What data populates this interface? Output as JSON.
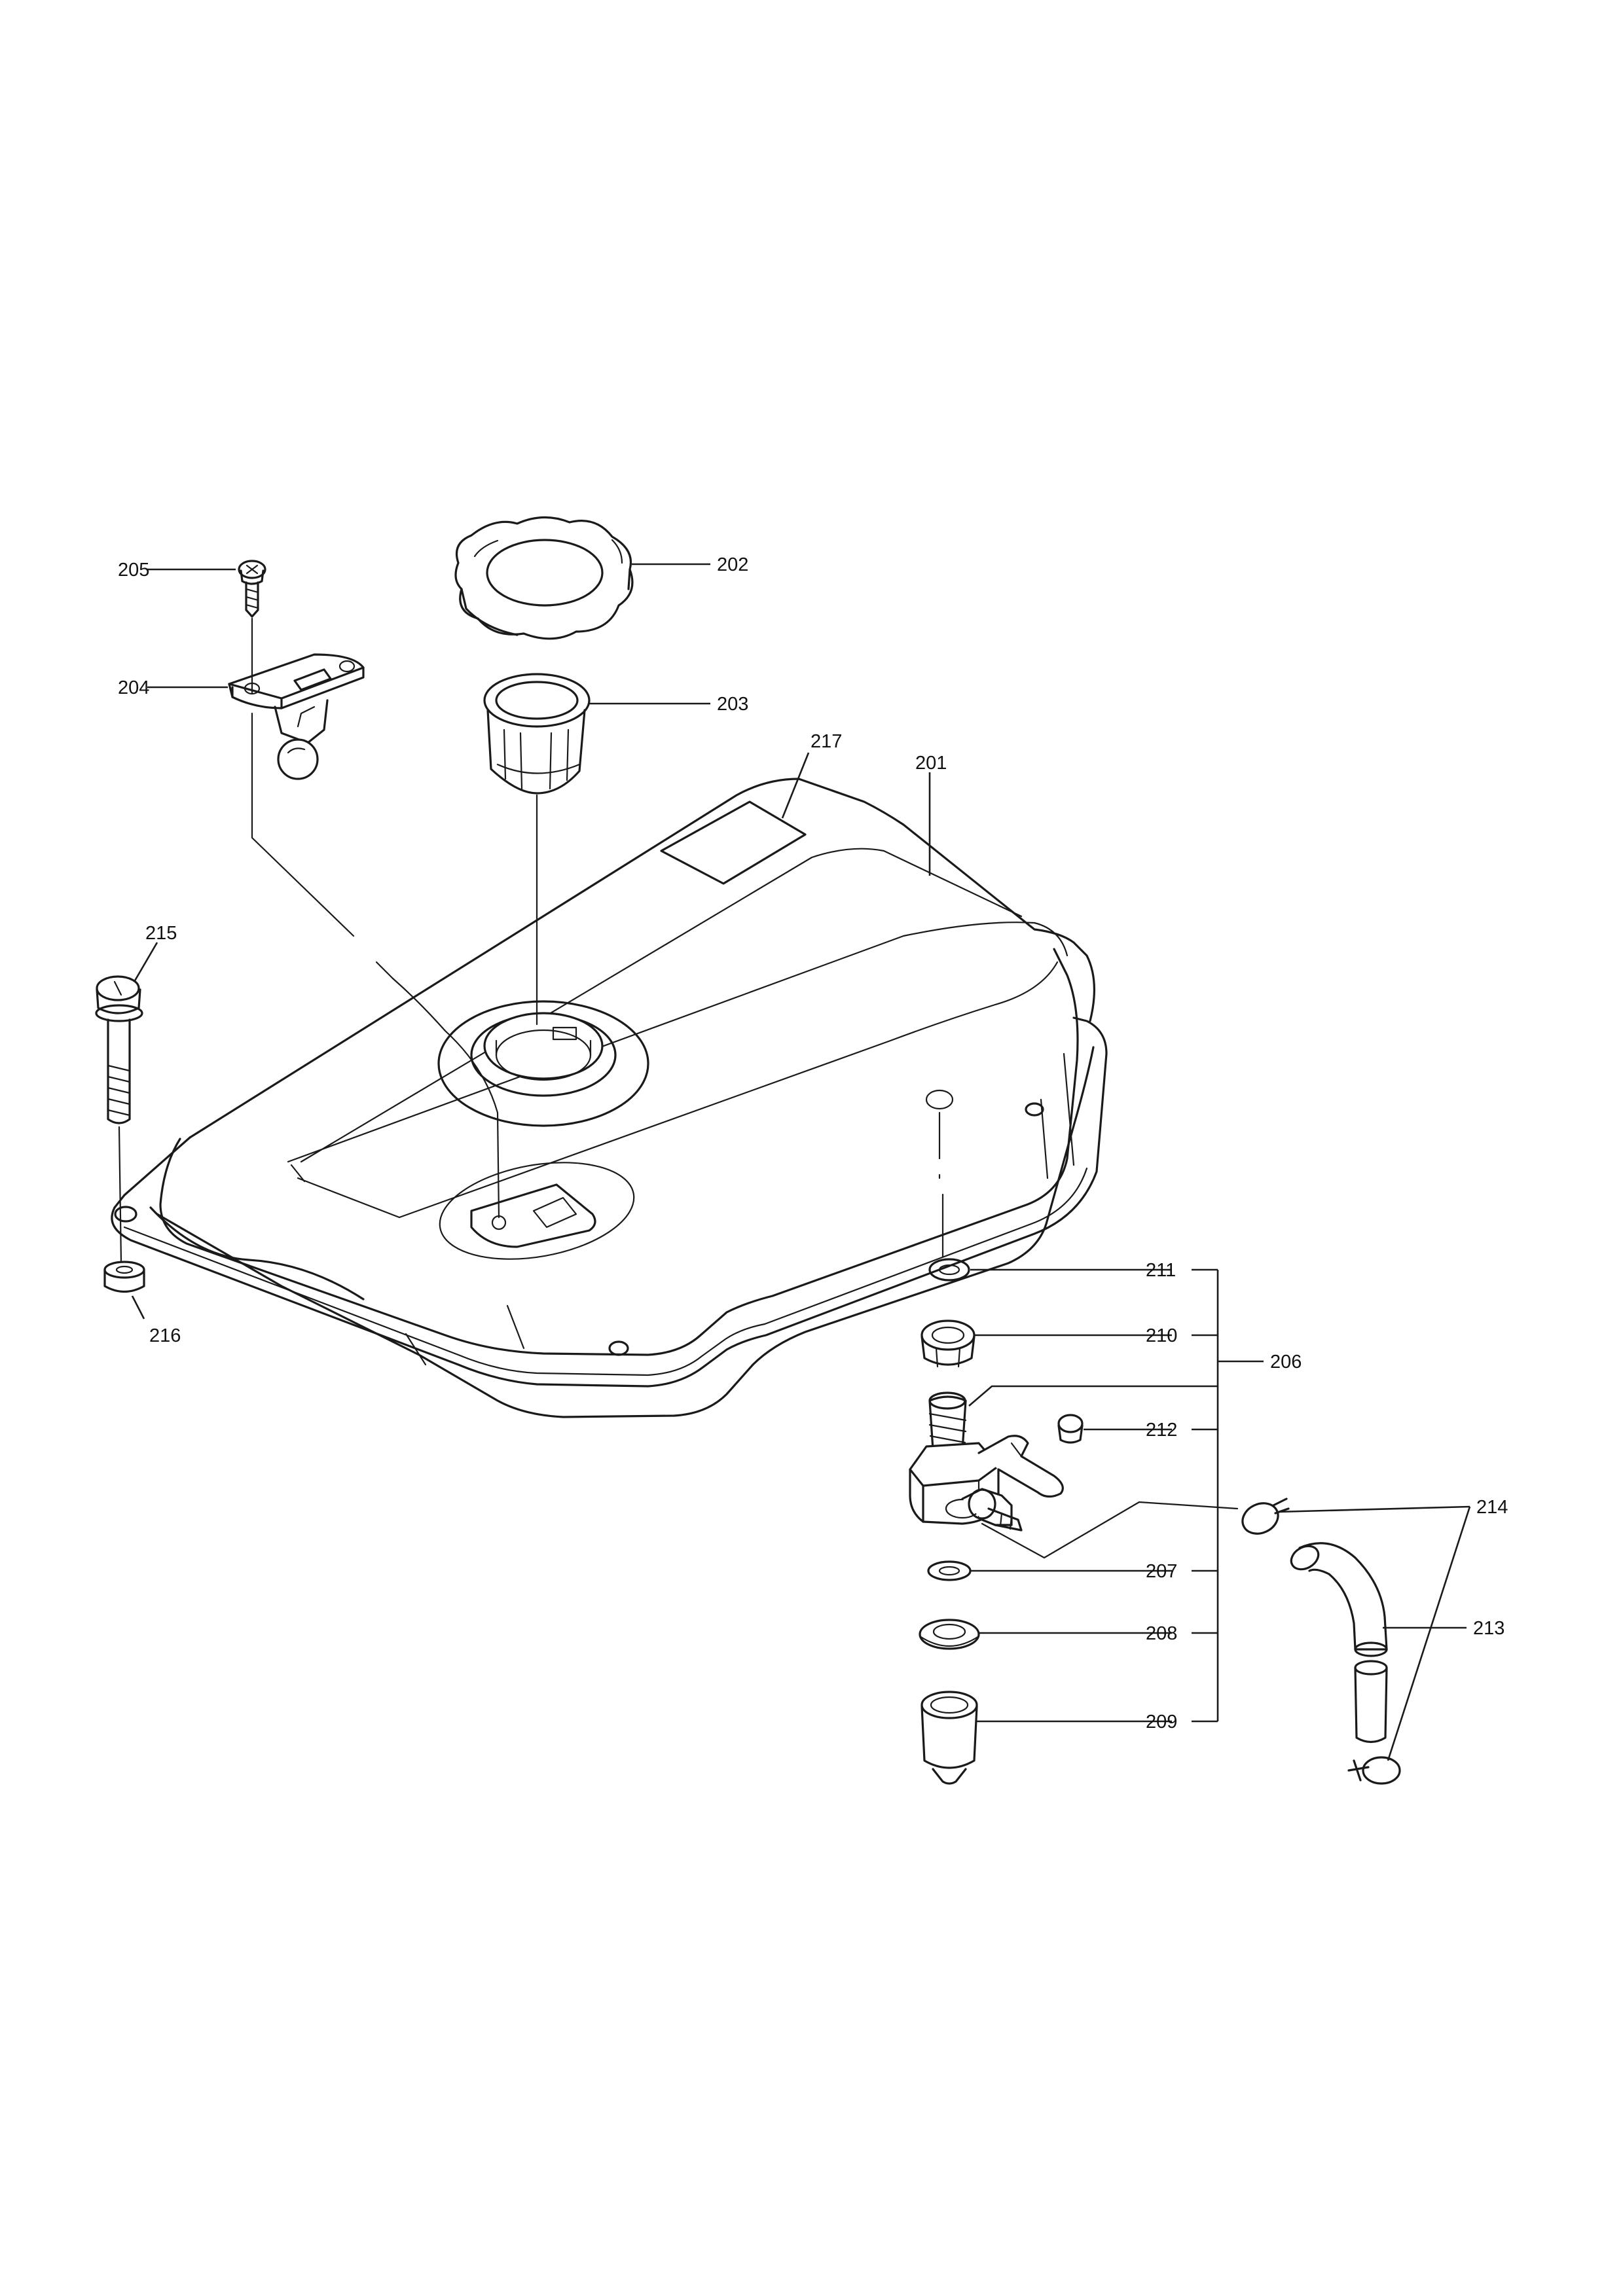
{
  "diagram": {
    "callouts": {
      "c201": "201",
      "c202": "202",
      "c203": "203",
      "c204": "204",
      "c205": "205",
      "c206": "206",
      "c207": "207",
      "c208": "208",
      "c209": "209",
      "c210": "210",
      "c211": "211",
      "c212": "212",
      "c213": "213",
      "c214": "214",
      "c215": "215",
      "c216": "216",
      "c217": "217"
    }
  }
}
